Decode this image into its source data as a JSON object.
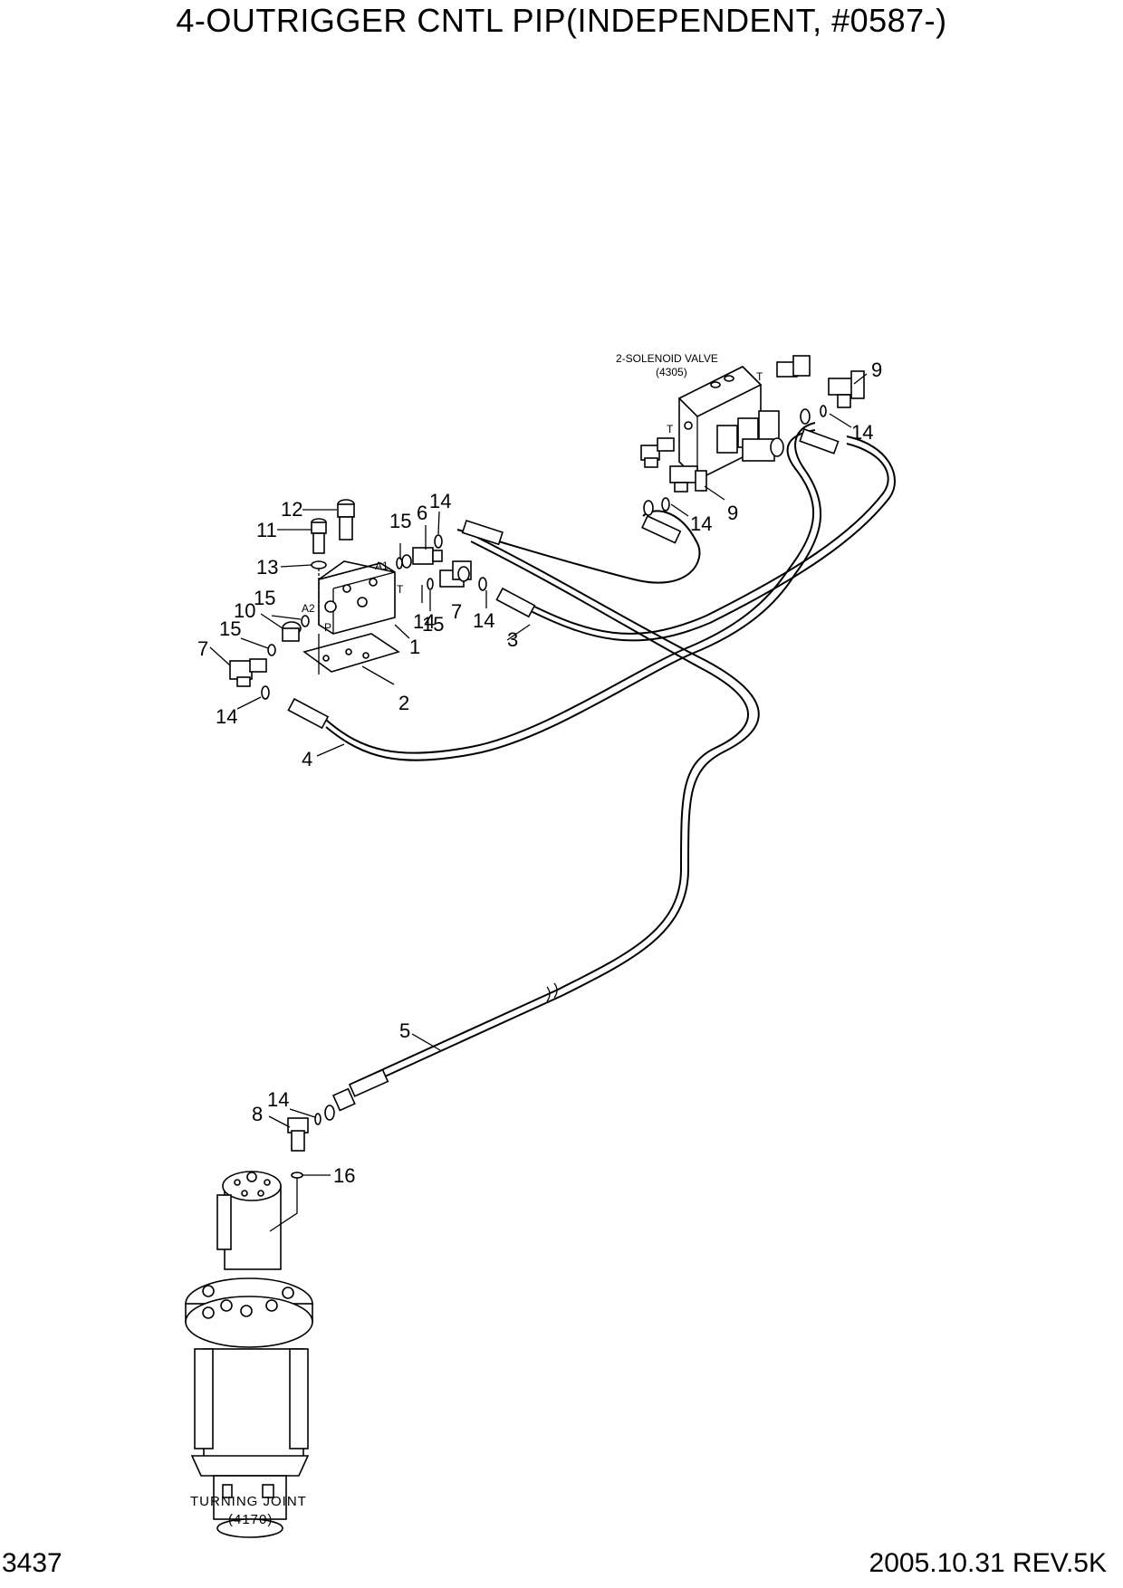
{
  "title": "4-OUTRIGGER CNTL PIP(INDEPENDENT, #0587-)",
  "page_number": "3437",
  "revision": "2005.10.31  REV.5K",
  "components": {
    "solenoid_valve": {
      "name": "2-SOLENOID VALVE",
      "code": "(4305)",
      "port_t_top": "T",
      "port_t_side": "T"
    },
    "turning_joint": {
      "name": "TURNING JOINT",
      "code": "(4170)"
    },
    "block_ports": {
      "a1": "A1",
      "a2": "A2",
      "t": "T",
      "p": "P"
    }
  },
  "callouts": [
    "1",
    "2",
    "3",
    "4",
    "5",
    "6",
    "7",
    "7",
    "8",
    "9",
    "9",
    "10",
    "11",
    "12",
    "13",
    "14",
    "14",
    "14",
    "14",
    "14",
    "14",
    "14",
    "15",
    "15",
    "15",
    "15",
    "16"
  ]
}
